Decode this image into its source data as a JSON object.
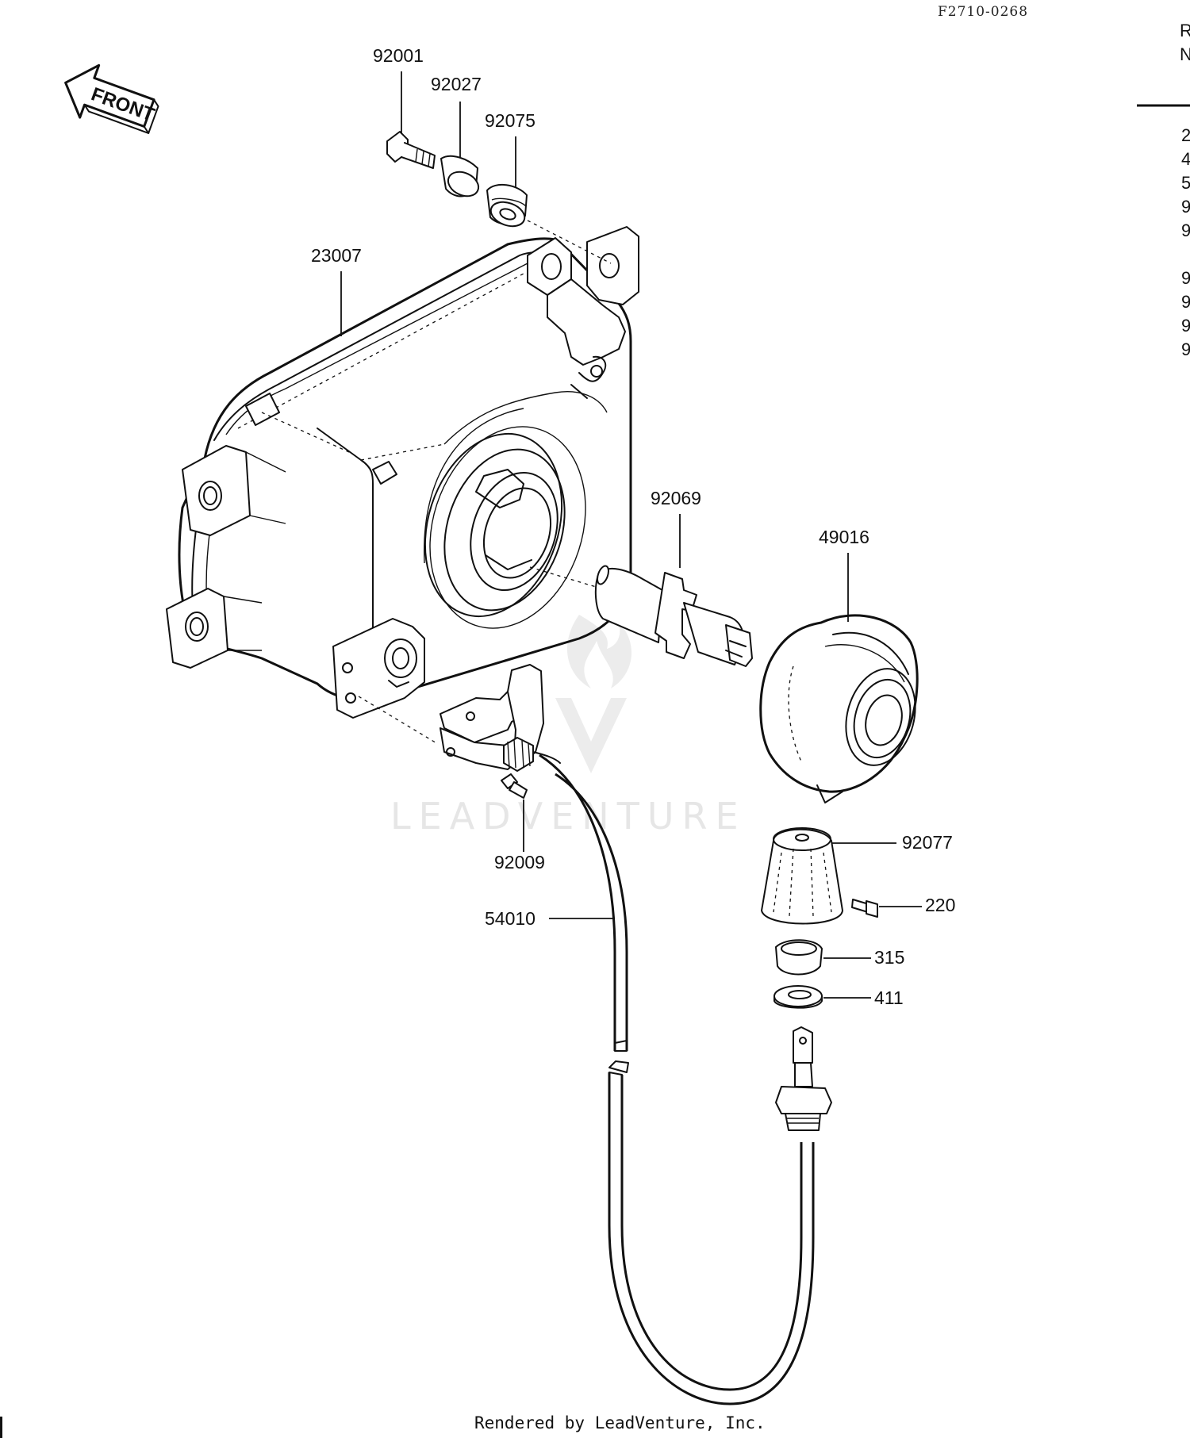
{
  "figure_code": "F2710-0268",
  "front_arrow_label": "FRONT",
  "watermark": "LEADVENTURE",
  "footer": "Rendered by LeadVenture, Inc.",
  "callouts": {
    "c92001": "92001",
    "c92027": "92027",
    "c92075": "92075",
    "c23007": "23007",
    "c92069": "92069",
    "c49016": "49016",
    "c92009": "92009",
    "c54010": "54010",
    "c92077": "92077",
    "c220": "220",
    "c315": "315",
    "c411": "411"
  },
  "side_column_chars": [
    "R",
    "N",
    "2",
    "4",
    "5",
    "9",
    "9",
    "9",
    "9",
    "9",
    "9"
  ]
}
